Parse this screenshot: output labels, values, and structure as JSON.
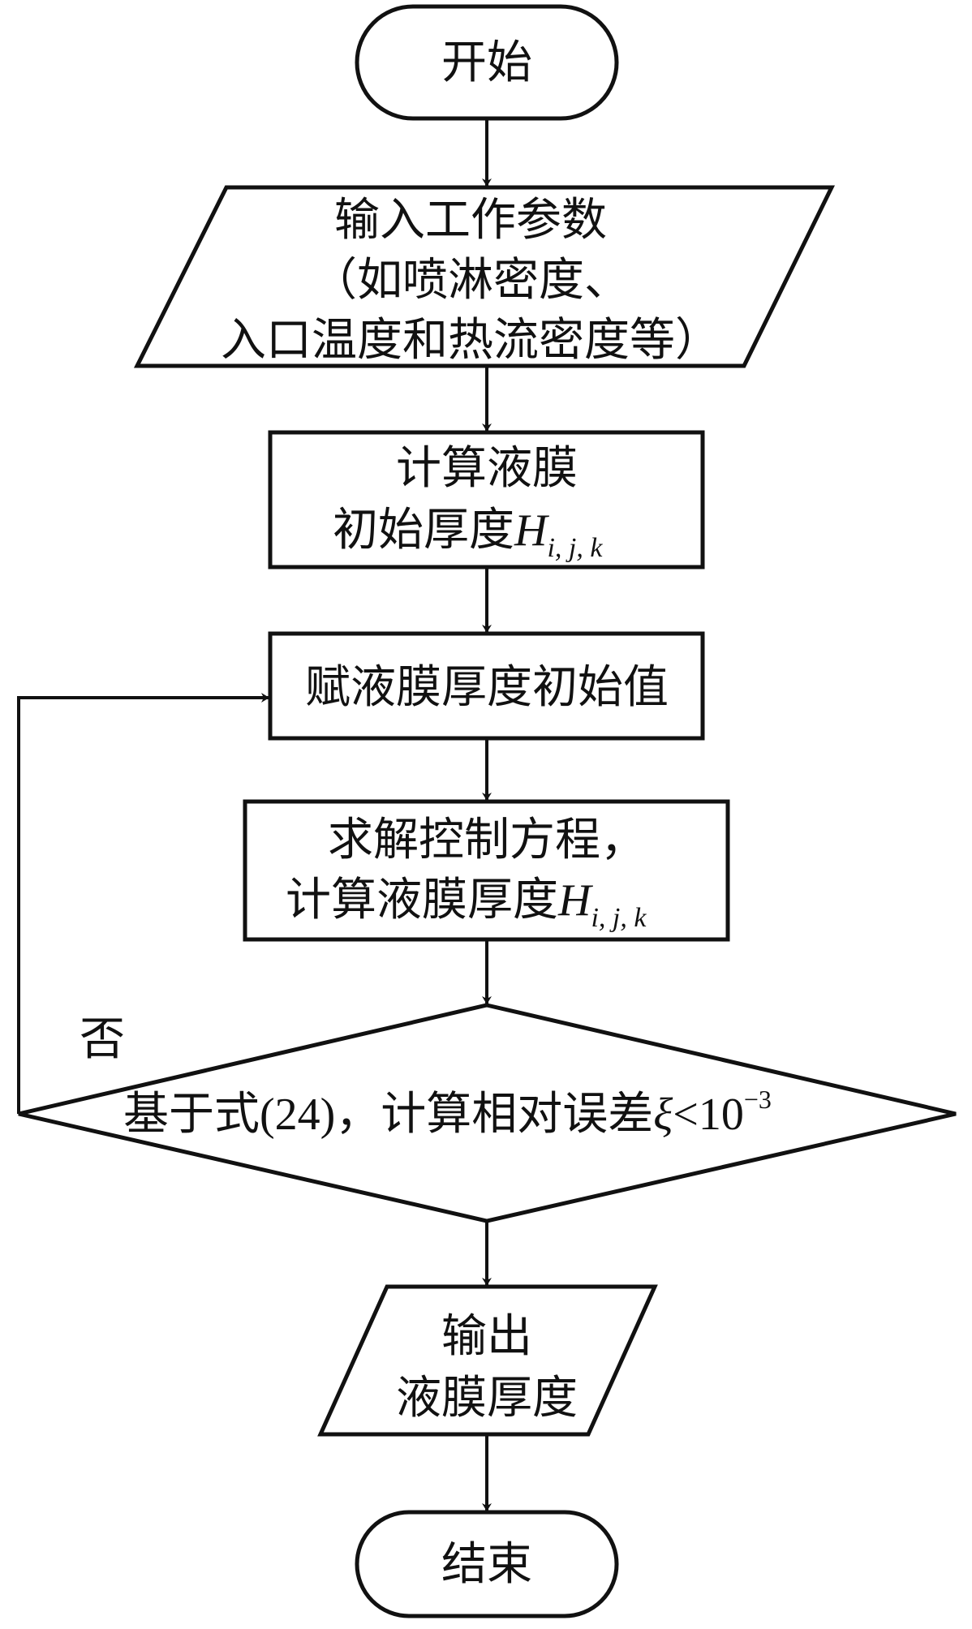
{
  "flowchart": {
    "start": "开始",
    "input": {
      "line1": "输入工作参数",
      "line2": "（如喷淋密度、",
      "line3": "入口温度和热流密度等）"
    },
    "calc_initial": {
      "line1": "计算液膜",
      "line2": "初始厚度",
      "var": "H",
      "sub": "i, j, k"
    },
    "assign": "赋液膜厚度初始值",
    "solve": {
      "line1": "求解控制方程，",
      "line2": "计算液膜厚度",
      "var": "H",
      "sub": "i, j, k"
    },
    "decision": {
      "text": "基于式(24)，计算相对误差",
      "symbol": "ξ",
      "cond": "<10",
      "exp": "−3"
    },
    "no_label": "否",
    "output": {
      "line1": "输出",
      "line2": "液膜厚度"
    },
    "end": "结束"
  }
}
